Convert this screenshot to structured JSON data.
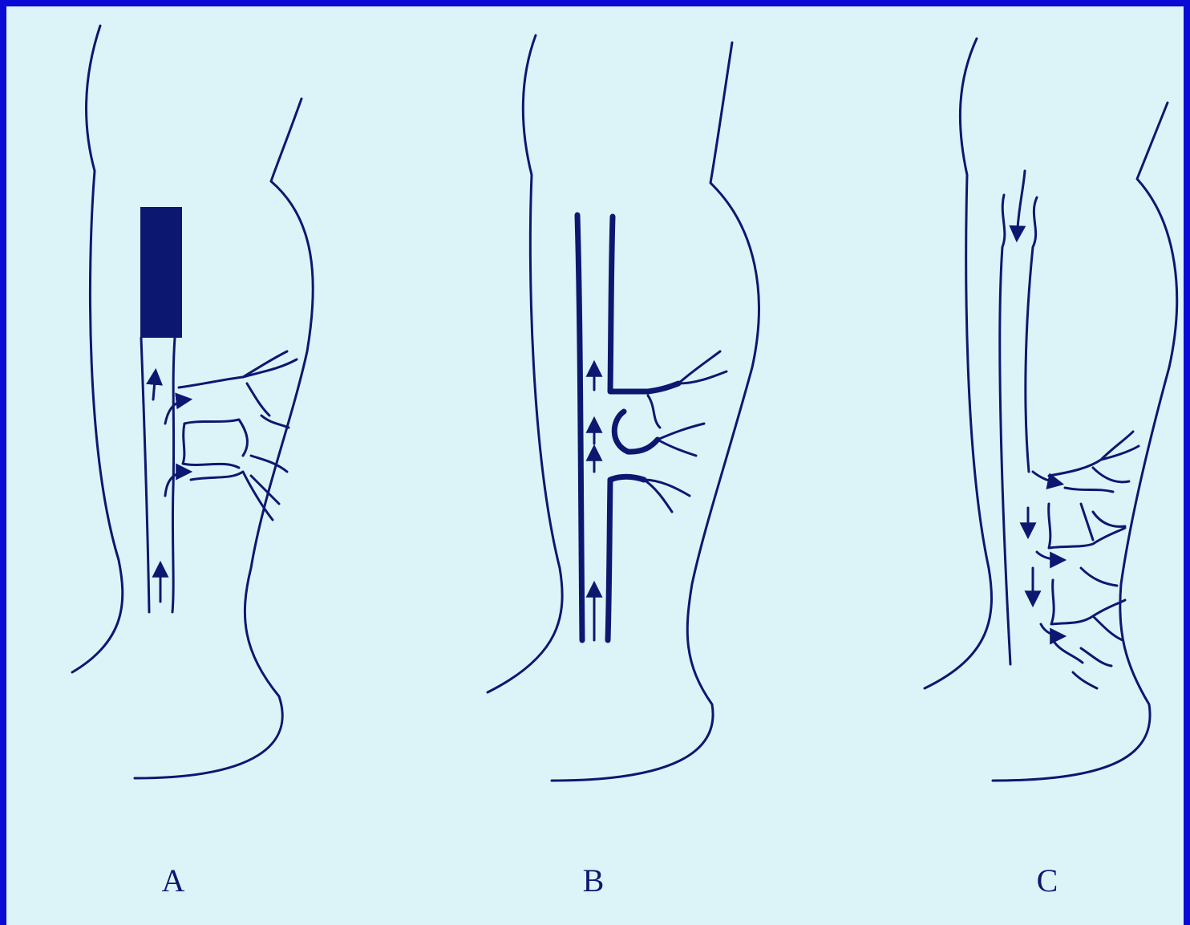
{
  "figure": {
    "panel_labels": [
      "A",
      "B",
      "C"
    ],
    "colors": {
      "frame": "#0a0ad6",
      "paper": "#dcf4f8",
      "ink": "#0c1870"
    }
  }
}
